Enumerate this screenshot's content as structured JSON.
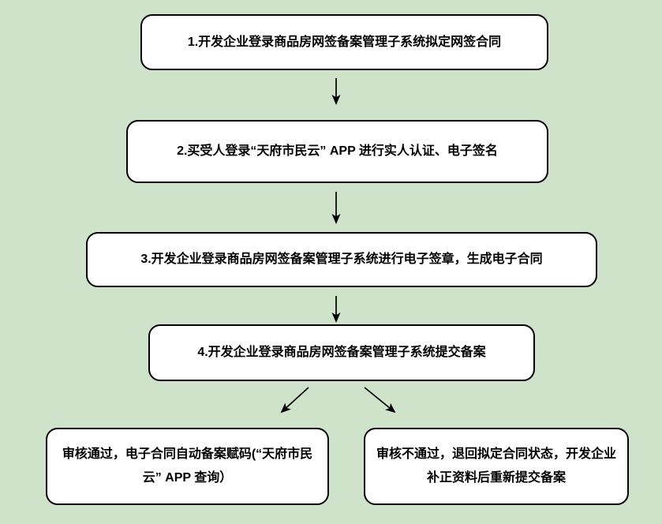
{
  "canvas": {
    "colors": {
      "page-bg": "#cfe3ca",
      "node-bg": "#ffffff",
      "node-border": "#000000",
      "text": "#000000"
    }
  },
  "flowchart": {
    "steps": [
      {
        "label": "1.开发企业登录商品房网签备案管理子系统拟定网签合同"
      },
      {
        "label": "2.买受人登录“天府市民云” APP 进行实人认证、电子签名"
      },
      {
        "label": "3.开发企业登录商品房网签备案管理子系统进行电子签章，生成电子合同"
      },
      {
        "label": "4.开发企业登录商品房网签备案管理子系统提交备案"
      }
    ],
    "outcomes": [
      {
        "label": "审核通过，电子合同自动备案赋码(“天府市民云” APP 查询）"
      },
      {
        "label": "审核不通过，退回拟定合同状态，开发企业补正资料后重新提交备案"
      }
    ]
  }
}
